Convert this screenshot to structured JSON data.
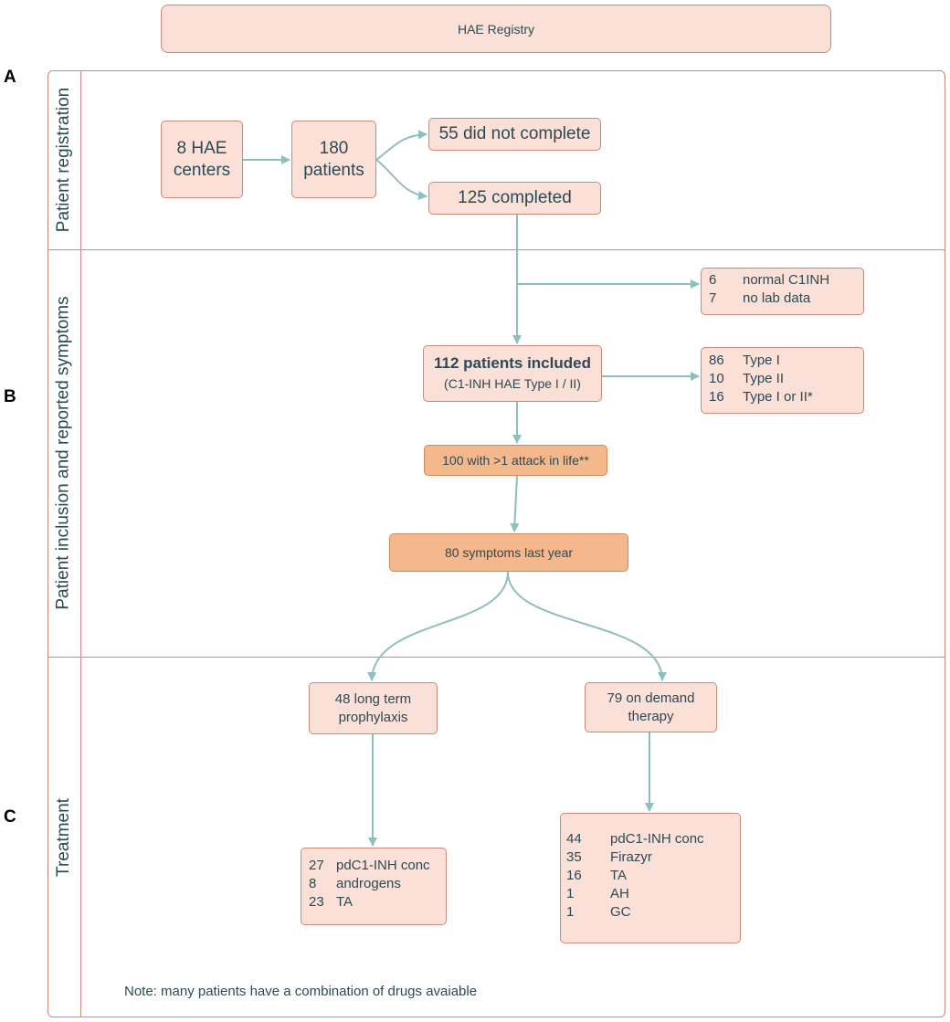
{
  "header": {
    "title": "HAE Registry"
  },
  "sections": {
    "a": {
      "letter": "A",
      "label": "Patient registration"
    },
    "b": {
      "letter": "B",
      "label": "Patient inclusion and reported symptoms"
    },
    "c": {
      "letter": "C",
      "label": "Treatment"
    }
  },
  "registration": {
    "centers": [
      "8 HAE",
      "centers"
    ],
    "patients": [
      "180",
      "patients"
    ],
    "did_not_complete": "55 did not complete",
    "completed": "125 completed"
  },
  "inclusion": {
    "excluded": [
      {
        "count": "6",
        "label": "normal C1INH"
      },
      {
        "count": "7",
        "label": "no lab data"
      }
    ],
    "included_title": "112 patients included",
    "included_sub": "(C1-INH HAE  Type I / II)",
    "types": [
      {
        "count": "86",
        "label": "Type I"
      },
      {
        "count": "10",
        "label": "Type II"
      },
      {
        "count": "16",
        "label": "Type I or II*"
      }
    ],
    "attack": "100 with >1 attack in life**",
    "symptoms": "80 symptoms last year"
  },
  "treatment": {
    "prophylaxis": [
      "48 long term",
      "prophylaxis"
    ],
    "on_demand": [
      "79 on demand",
      "therapy"
    ],
    "prophylaxis_drugs": [
      {
        "count": "27",
        "label": "pdC1-INH conc"
      },
      {
        "count": "8",
        "label": "androgens"
      },
      {
        "count": "23",
        "label": "TA"
      }
    ],
    "on_demand_drugs": [
      {
        "count": "44",
        "label": "pdC1-INH conc"
      },
      {
        "count": "35",
        "label": "Firazyr"
      },
      {
        "count": "16",
        "label": "TA"
      },
      {
        "count": "1",
        "label": "AH"
      },
      {
        "count": "1",
        "label": "GC"
      }
    ]
  },
  "note": "Note: many patients have a combination of drugs avaiable",
  "colors": {
    "box_fill": "#fae0d6",
    "box_border": "#c98a7a",
    "highlight_fill": "#f5b88c",
    "arrow": "#8fbfbc",
    "text": "#2c4a55"
  }
}
